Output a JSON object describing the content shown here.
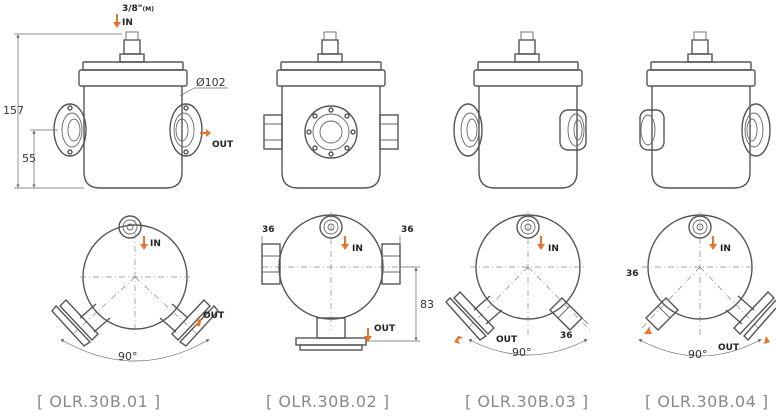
{
  "annotations": {
    "inlet_size": "3/8\"",
    "inlet_size_suffix": "(M)",
    "in": "IN",
    "out": "OUT",
    "height_157": "157",
    "height_55": "55",
    "diameter": "Ø102",
    "flat_36": "36",
    "depth_83": "83",
    "angle": "90°"
  },
  "models": [
    {
      "label": "[ OLR.30B.01 ]"
    },
    {
      "label": "[ OLR.30B.02 ]"
    },
    {
      "label": "[ OLR.30B.03 ]"
    },
    {
      "label": "[ OLR.30B.04 ]"
    }
  ],
  "colors": {
    "accent": "#e8732a",
    "line": "#555555",
    "caption": "#8a8a8a"
  }
}
